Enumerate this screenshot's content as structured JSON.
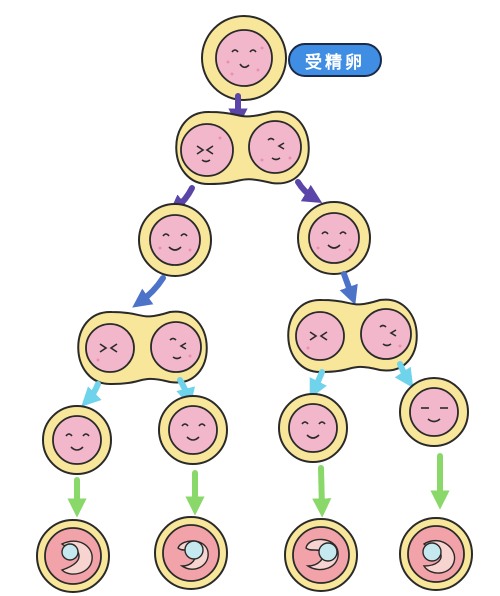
{
  "label": {
    "text": "受精卵"
  },
  "colors": {
    "background": "#ffffff",
    "zona": "#f8e79a",
    "cell": "#f3b7cc",
    "outline": "#2a2a2a",
    "speckle": "#e98fb0",
    "label_fill": "#3f8ee3",
    "arrow_dark": "#5b45a8",
    "arrow_mid": "#4d73c9",
    "arrow_light": "#6fd3ec",
    "arrow_green": "#8ad86a",
    "blastocyst_wall": "#f2a3a9",
    "blastocyst_cavity": "#f8d4d0",
    "inner_mass": "#c6e8ef"
  },
  "stages": [
    {
      "name": "zygote",
      "count": 1
    },
    {
      "name": "two-cell",
      "count": 1
    },
    {
      "name": "one-cell",
      "count": 2
    },
    {
      "name": "two-cell",
      "count": 2
    },
    {
      "name": "one-cell",
      "count": 4
    },
    {
      "name": "blastocyst",
      "count": 4
    }
  ]
}
